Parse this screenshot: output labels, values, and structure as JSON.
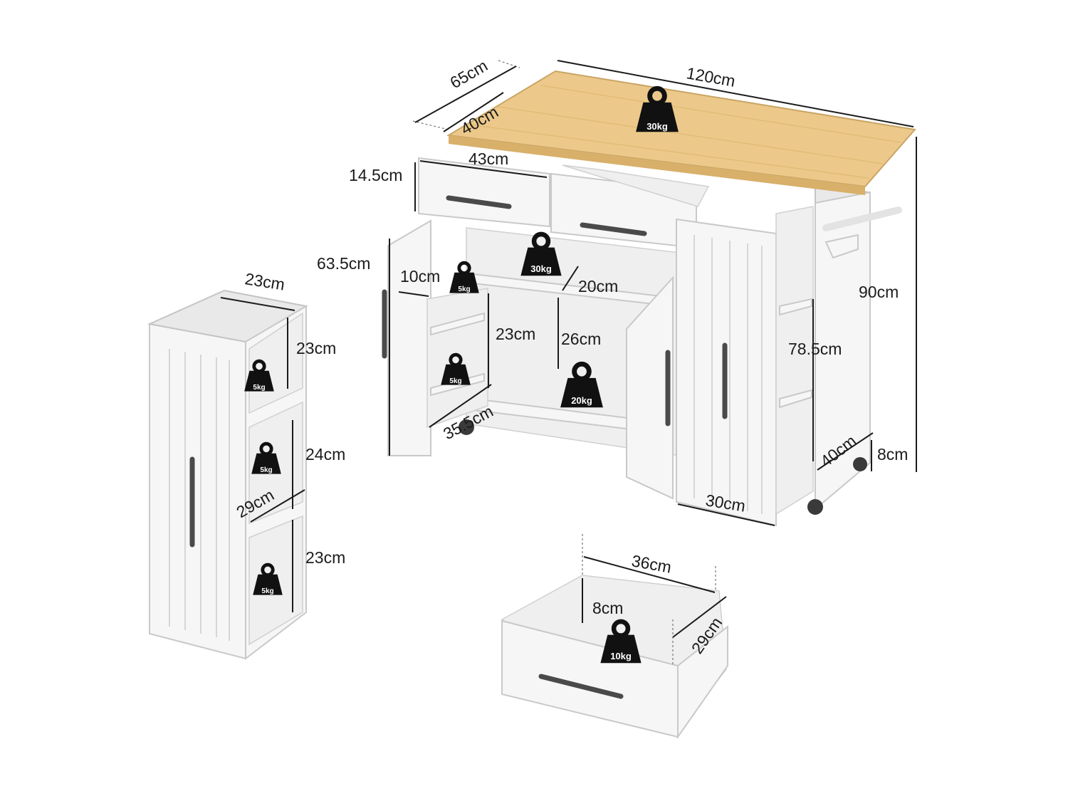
{
  "diagram": {
    "dimensions": {
      "top_width": "120cm",
      "top_depth": "65cm",
      "cabinet_depth": "40cm",
      "drawer_width": "43cm",
      "drawer_height": "14.5cm",
      "door_height": "63.5cm",
      "rack_depth": "10cm",
      "rack_spacing": "23cm",
      "rack_door_width": "35.5cm",
      "shelf_gap_top": "20cm",
      "shelf_gap_mid": "26cm",
      "total_height": "90cm",
      "side_cabinet_height": "78.5cm",
      "side_door_width": "30cm",
      "side_depth": "40cm",
      "wheel_height": "8cm",
      "tower_width": "23cm",
      "tower_shelf_1": "23cm",
      "tower_shelf_2": "24cm",
      "tower_shelf_3": "23cm",
      "tower_depth": "29cm",
      "loose_drawer_width": "36cm",
      "loose_drawer_height": "8cm",
      "loose_drawer_depth": "29cm"
    },
    "load_ratings": {
      "top": "30kg",
      "upper_shelf": "30kg",
      "lower_shelf": "20kg",
      "rack_upper": "5kg",
      "rack_lower": "5kg",
      "tower_1": "5kg",
      "tower_2": "5kg",
      "tower_3": "5kg",
      "drawer": "10kg"
    }
  },
  "colors": {
    "countertop": "#ecc98a",
    "cabinet": "#f6f6f6",
    "weight_icon": "#111111"
  },
  "icons": [
    "weight-icon",
    "handle-bar",
    "caster-wheel"
  ]
}
